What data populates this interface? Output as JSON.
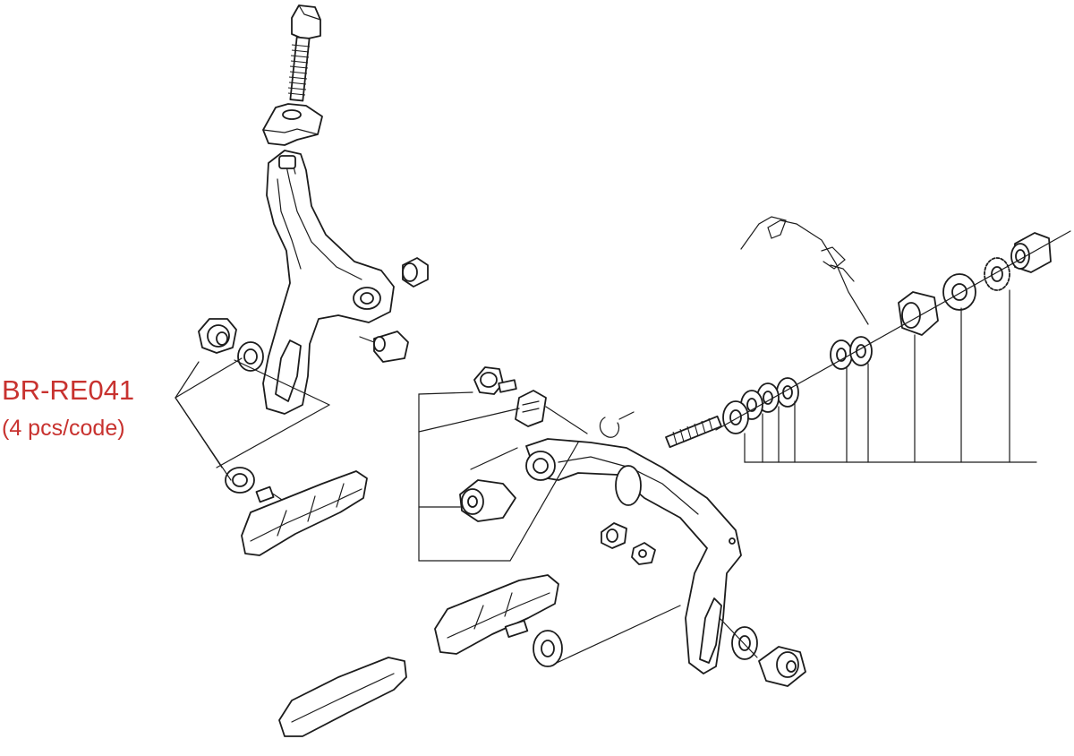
{
  "callout": {
    "part_code": "BR-RE041",
    "quantity_note": "(4 pcs/code)",
    "color": "#c8322f"
  },
  "diagram": {
    "subject": "exploded view of a dual-pivot rim brake caliper",
    "parts": [
      "barrel-adjuster-bolt",
      "adjuster-nut",
      "front-caliper-arm",
      "pivot-bushing",
      "cable-guide",
      "pad-fixing-nut",
      "washer",
      "brake-shoe",
      "brake-shoe-pad-insert",
      "rear-caliper-arm",
      "center-bolt",
      "return-spring",
      "spring-washers",
      "pivot-nut",
      "toothed-washer",
      "mounting-nut",
      "cable-anchor-bolt",
      "e-clip"
    ]
  }
}
